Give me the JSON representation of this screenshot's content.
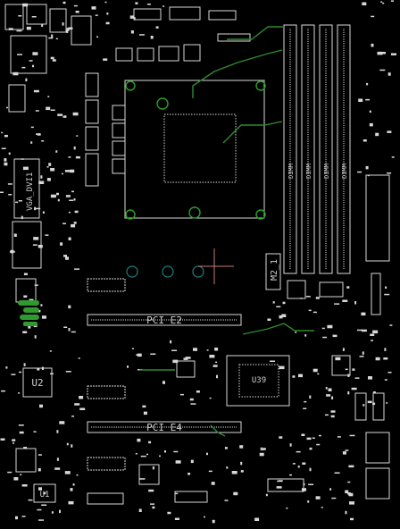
{
  "colors": {
    "background": "#000000",
    "silkscreen": "#d8d8d8",
    "trace": "#2f8a2f",
    "via": "#1f7f7f",
    "ring": "#28a028",
    "marker": "#c47a7a",
    "led": "#2f9a2f"
  },
  "labels": {
    "pcie_top": "PCI_E2",
    "pcie_bottom": "PCI_E4",
    "dimm": "DIMM",
    "m2": "M2_1",
    "u2": "U2",
    "u1": "U1",
    "vga_dvi": "VGA_DVI1",
    "chipset": "U39"
  }
}
